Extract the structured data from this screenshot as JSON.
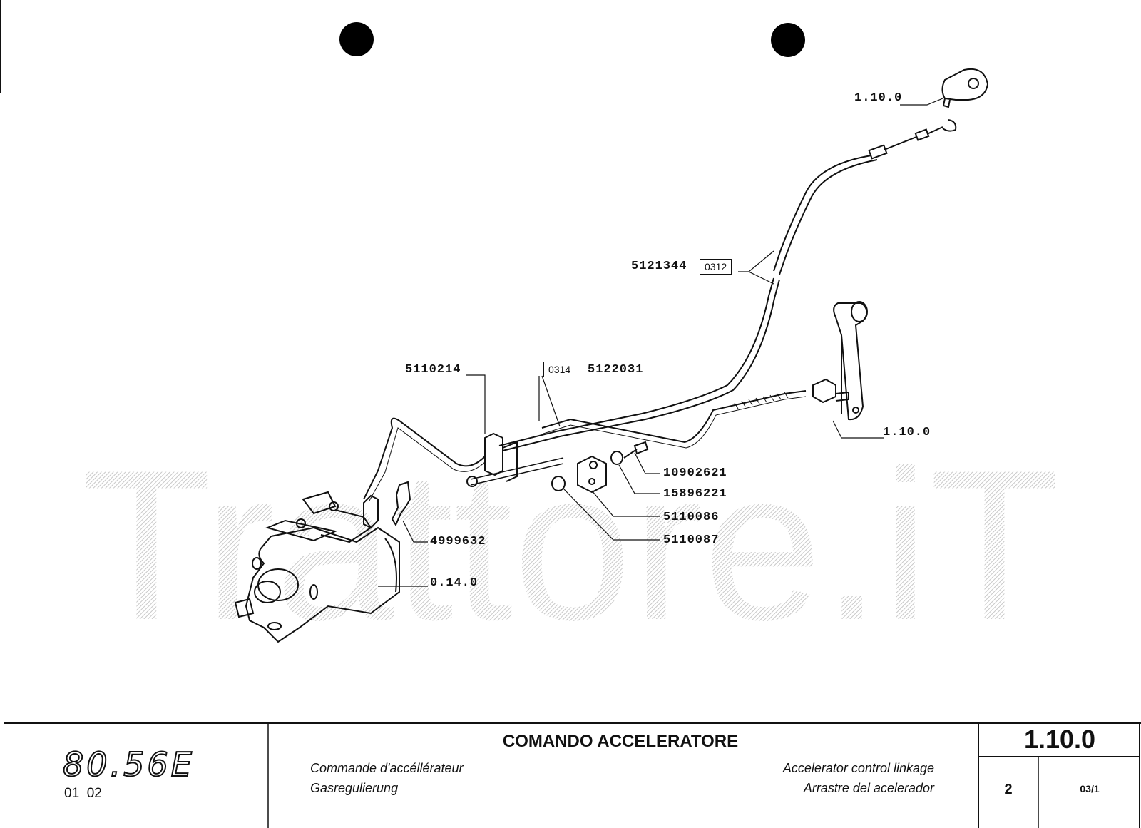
{
  "watermark": {
    "text": "Trattore.iT"
  },
  "callouts": {
    "ref_top": "1.10.0",
    "cable_part": "5121344",
    "cable_box": "0312",
    "bracket_part": "5110214",
    "rod_box": "0314",
    "rod_part": "5122031",
    "ref_pedal": "1.10.0",
    "bolt": "10902621",
    "nut": "15896221",
    "block": "5110086",
    "washer": "5110087",
    "clip": "4999632",
    "pump_ref": "0.14.0"
  },
  "title_block": {
    "model": "80.56E",
    "model_sub": "01  02",
    "title": "COMANDO ACCELERATORE",
    "subtitle_fr": "Commande d'accéllérateur",
    "subtitle_de": "Gasregulierung",
    "subtitle_en": "Accelerator control linkage",
    "subtitle_es": "Arrastre del acelerador",
    "section": "1.10.0",
    "page": "2",
    "revision": "03/1"
  }
}
